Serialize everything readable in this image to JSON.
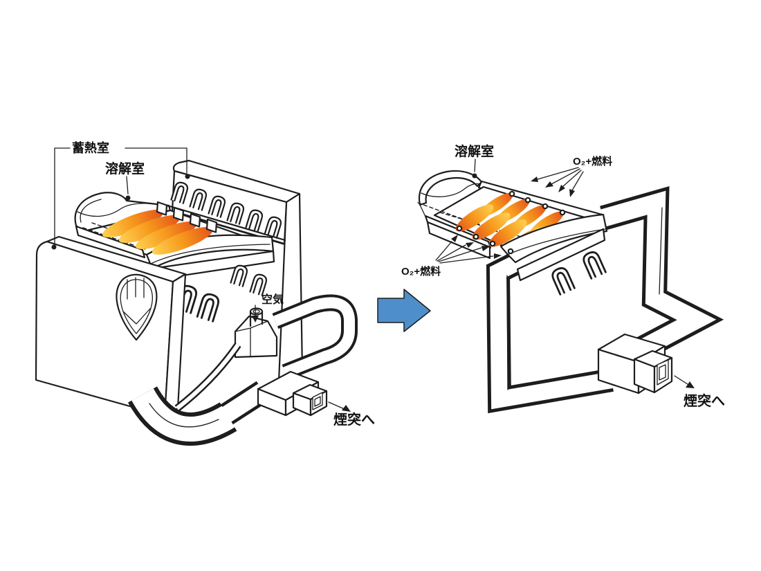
{
  "left_furnace": {
    "description": "air-fired regenerative glass melting furnace",
    "labels": {
      "regenerator": "蓄熱室",
      "melting_chamber": "溶解室",
      "air": "空気",
      "to_chimney": "煙突へ"
    }
  },
  "right_furnace": {
    "description": "oxy-fuel glass melting furnace",
    "labels": {
      "melting_chamber": "溶解室",
      "oxy_fuel_top": "O₂+燃料",
      "oxy_fuel_bottom": "O₂+燃料",
      "to_chimney": "煙突へ"
    }
  },
  "transition_arrow": {
    "fill": "#4E8ECB",
    "stroke": "#3D78B5"
  },
  "style": {
    "line_color": "#1d1d1d",
    "label_color": "#111111",
    "flame_light": "#FFD152",
    "flame_mid": "#F6991C",
    "flame_dark": "#E4511B",
    "background": "#FFFFFF"
  }
}
